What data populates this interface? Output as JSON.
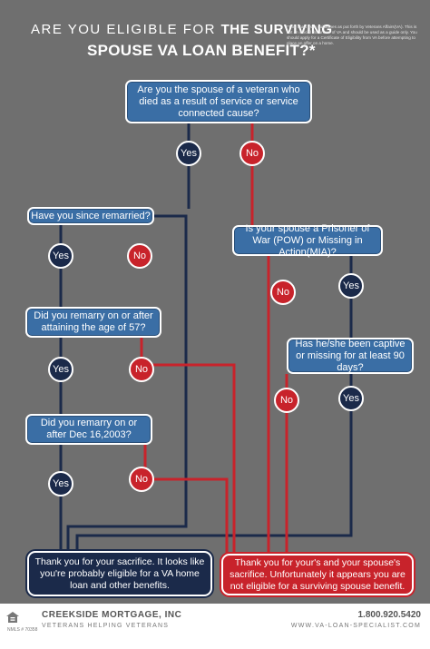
{
  "header": {
    "line1_prefix": "ARE YOU ELIGIBLE FOR ",
    "line1_bold": "THE SURVIVING",
    "line2": "SPOUSE VA LOAN BENEFIT?*",
    "disclaimer": "*This chart uses guidelines as put forth by Veterans Affairs(VA). This is not an official document of VA and should be used as a guide only. You should apply for a Certificate of Eligibility from VA before attempting to place an offer on a home."
  },
  "questions": {
    "q1": "Are you the spouse of a veteran who died as a result of service or service connected cause?",
    "q2": "Have you since remarried?",
    "q3": "Did you remarry on or after attaining the age of 57?",
    "q4": "Did you remarry on or after Dec 16,2003?",
    "q5": "Is your spouse a Prisoner of War (POW) or Missing in Action(MIA)?",
    "q6": "Has he/she been captive or missing for at least 90 days?"
  },
  "answers": {
    "yes": "Yes",
    "no": "No"
  },
  "results": {
    "eligible": "Thank you for your sacrifice. It looks like you're probably eligible for a VA home loan and other benefits.",
    "not_eligible": "Thank you for your's and your spouse's sacrifice. Unfortunately it appears you are not eligible for a surviving spouse benefit."
  },
  "footer": {
    "company": "CREEKSIDE MORTGAGE, INC",
    "tagline": "VETERANS HELPING VETERANS",
    "phone": "1.800.920.5420",
    "website": "WWW.VA-LOAN-SPECIALIST.COM",
    "nmls": "NMLS # 70358"
  },
  "colors": {
    "background": "#6f6f6f",
    "question_blue": "#3a6ea5",
    "yes_navy": "#1b2a4a",
    "no_red": "#c8232b"
  }
}
